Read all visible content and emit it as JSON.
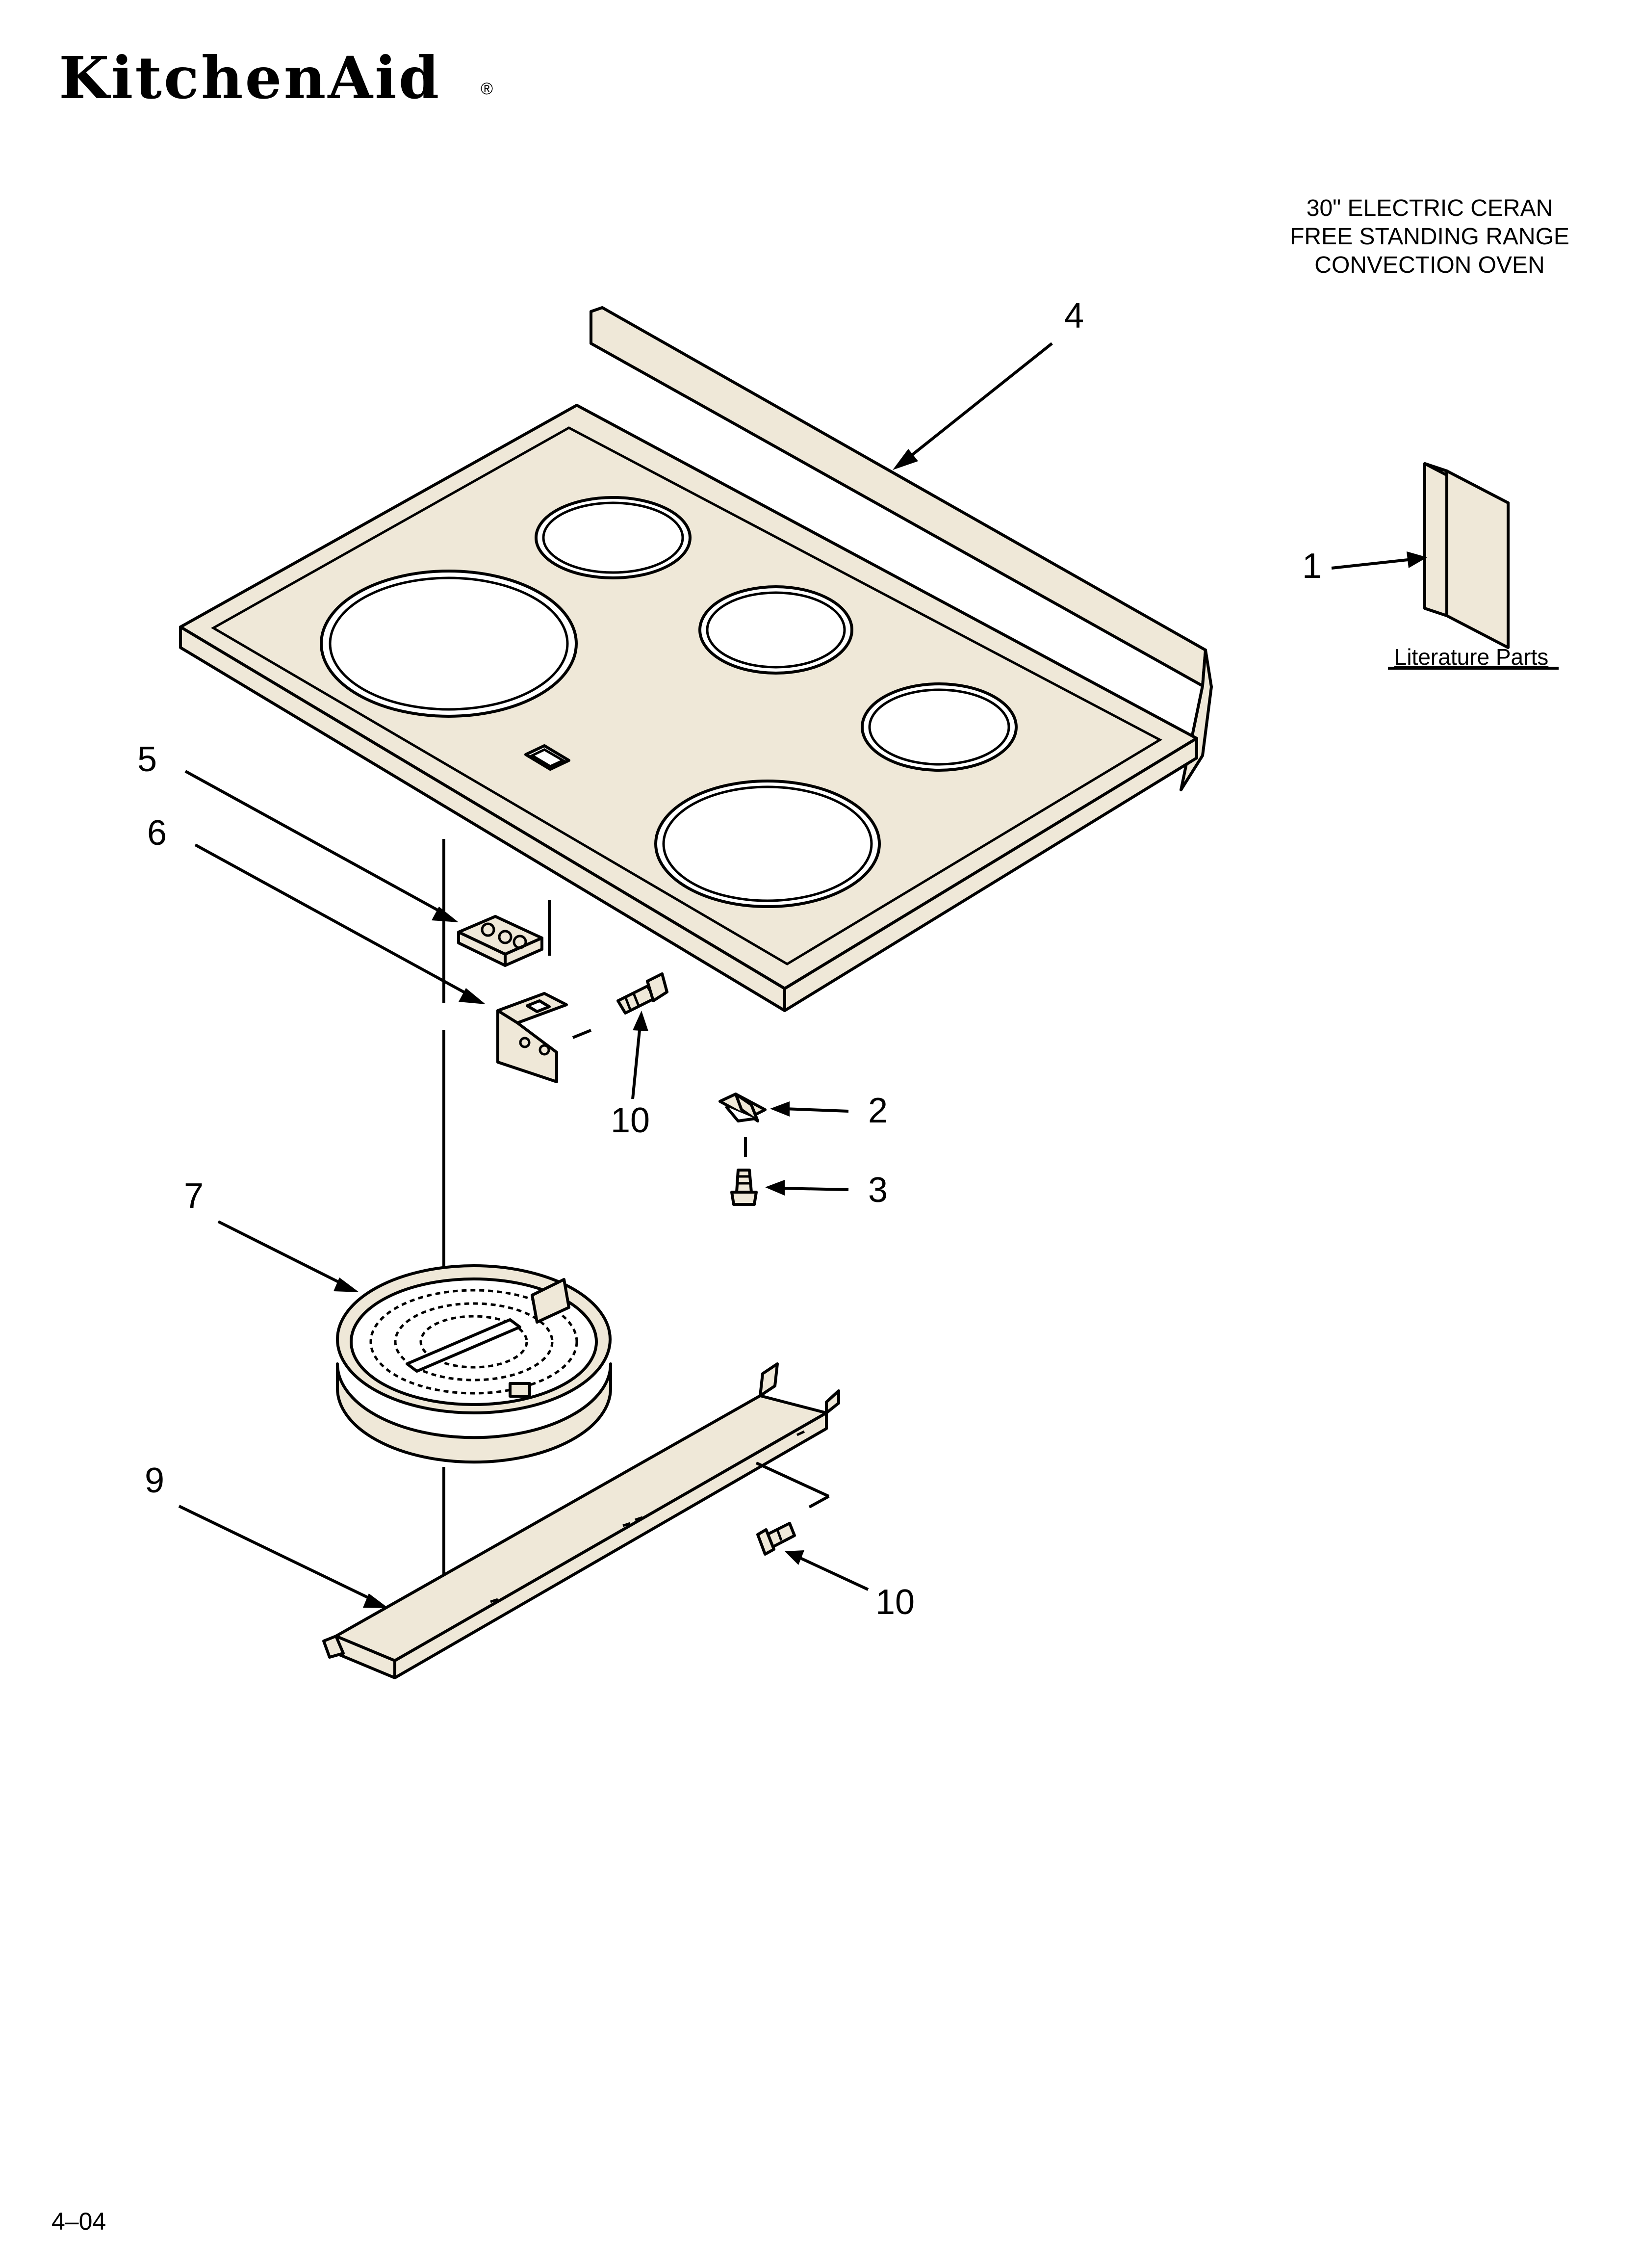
{
  "brand": {
    "name": "KitchenAid",
    "registered": "®"
  },
  "header": {
    "title_lines": [
      "30\" ELECTRIC CERAN",
      "FREE STANDING RANGE",
      "CONVECTION OVEN"
    ]
  },
  "literature_label": "Literature Parts",
  "callouts": {
    "c1": "1",
    "c2": "2",
    "c3": "3",
    "c4": "4",
    "c5": "5",
    "c6": "6",
    "c7": "7",
    "c9": "9",
    "c10a": "10",
    "c10b": "10"
  },
  "footer": {
    "page_code": "4–04"
  },
  "colors": {
    "line": "#000000",
    "part_fill": "#efe8d8",
    "background": "#ffffff"
  }
}
